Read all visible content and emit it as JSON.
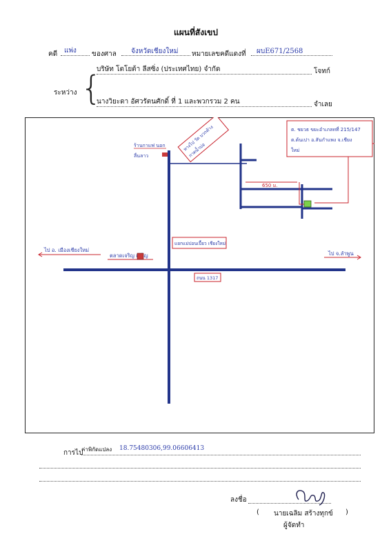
{
  "title": "แผนที่สังเขป",
  "case": {
    "label": "คดี",
    "type": "แพ่ง",
    "court_label": "ของศาล",
    "court": "จังหวัดเชียงใหม่",
    "number_label": "หมายเลขคดีแดงที่",
    "number": "ผบE671/2568"
  },
  "parties": {
    "between_label": "ระหว่าง",
    "plaintiff": "บริษัท โตโยต้า ลีสซิ่ง (ประเทศไทย) จำกัด",
    "plaintiff_role": "โจทก์",
    "defendant": "นางวิยะดา  อัศวรัตนศักดิ์ ที่ 1 และพวกรวม 2 คน",
    "defendant_role": "จำเลย"
  },
  "map": {
    "address_box": "ต. ชยวธ ขยะอำเภลทที่ 215/147 ต.ต้นเปา อ.สันกำแพง จ.เชียงใหม่",
    "left_direction": "ไป อ. เมืองเชียงใหม่",
    "right_direction": "ไป จ.ลำพูน",
    "left_place": "ตลาดเจริญ เจริญ",
    "shop_label": "ร้านกาแฟ นอก ลื่นลาว",
    "diagonal_sign": "ทางไป วัด บวกค้าง กาดน้ำบ่อ",
    "junction_sign": "แยกแม่ปอนเปี้ยว เชียงใหม่",
    "road_sign": "ถนน 1317",
    "distance": "650 ม."
  },
  "footer": {
    "route_label": "การไป",
    "coords_label": "ค่าพิกัดแปลง",
    "coords": "18.75480306,99.06606413",
    "sign_label": "ลงชื่อ",
    "signature": "Chaiyo",
    "name_open": "(",
    "name": "นายเฉลิม สร้างทุกข์",
    "name_close": ")",
    "role": "ผู้จัดทำ"
  },
  "colors": {
    "road": "#22348a",
    "annotation": "#c8202a",
    "handwriting": "#2a3aa8",
    "marker_house": "#7bd04a",
    "marker_start": "#c83a3a"
  }
}
